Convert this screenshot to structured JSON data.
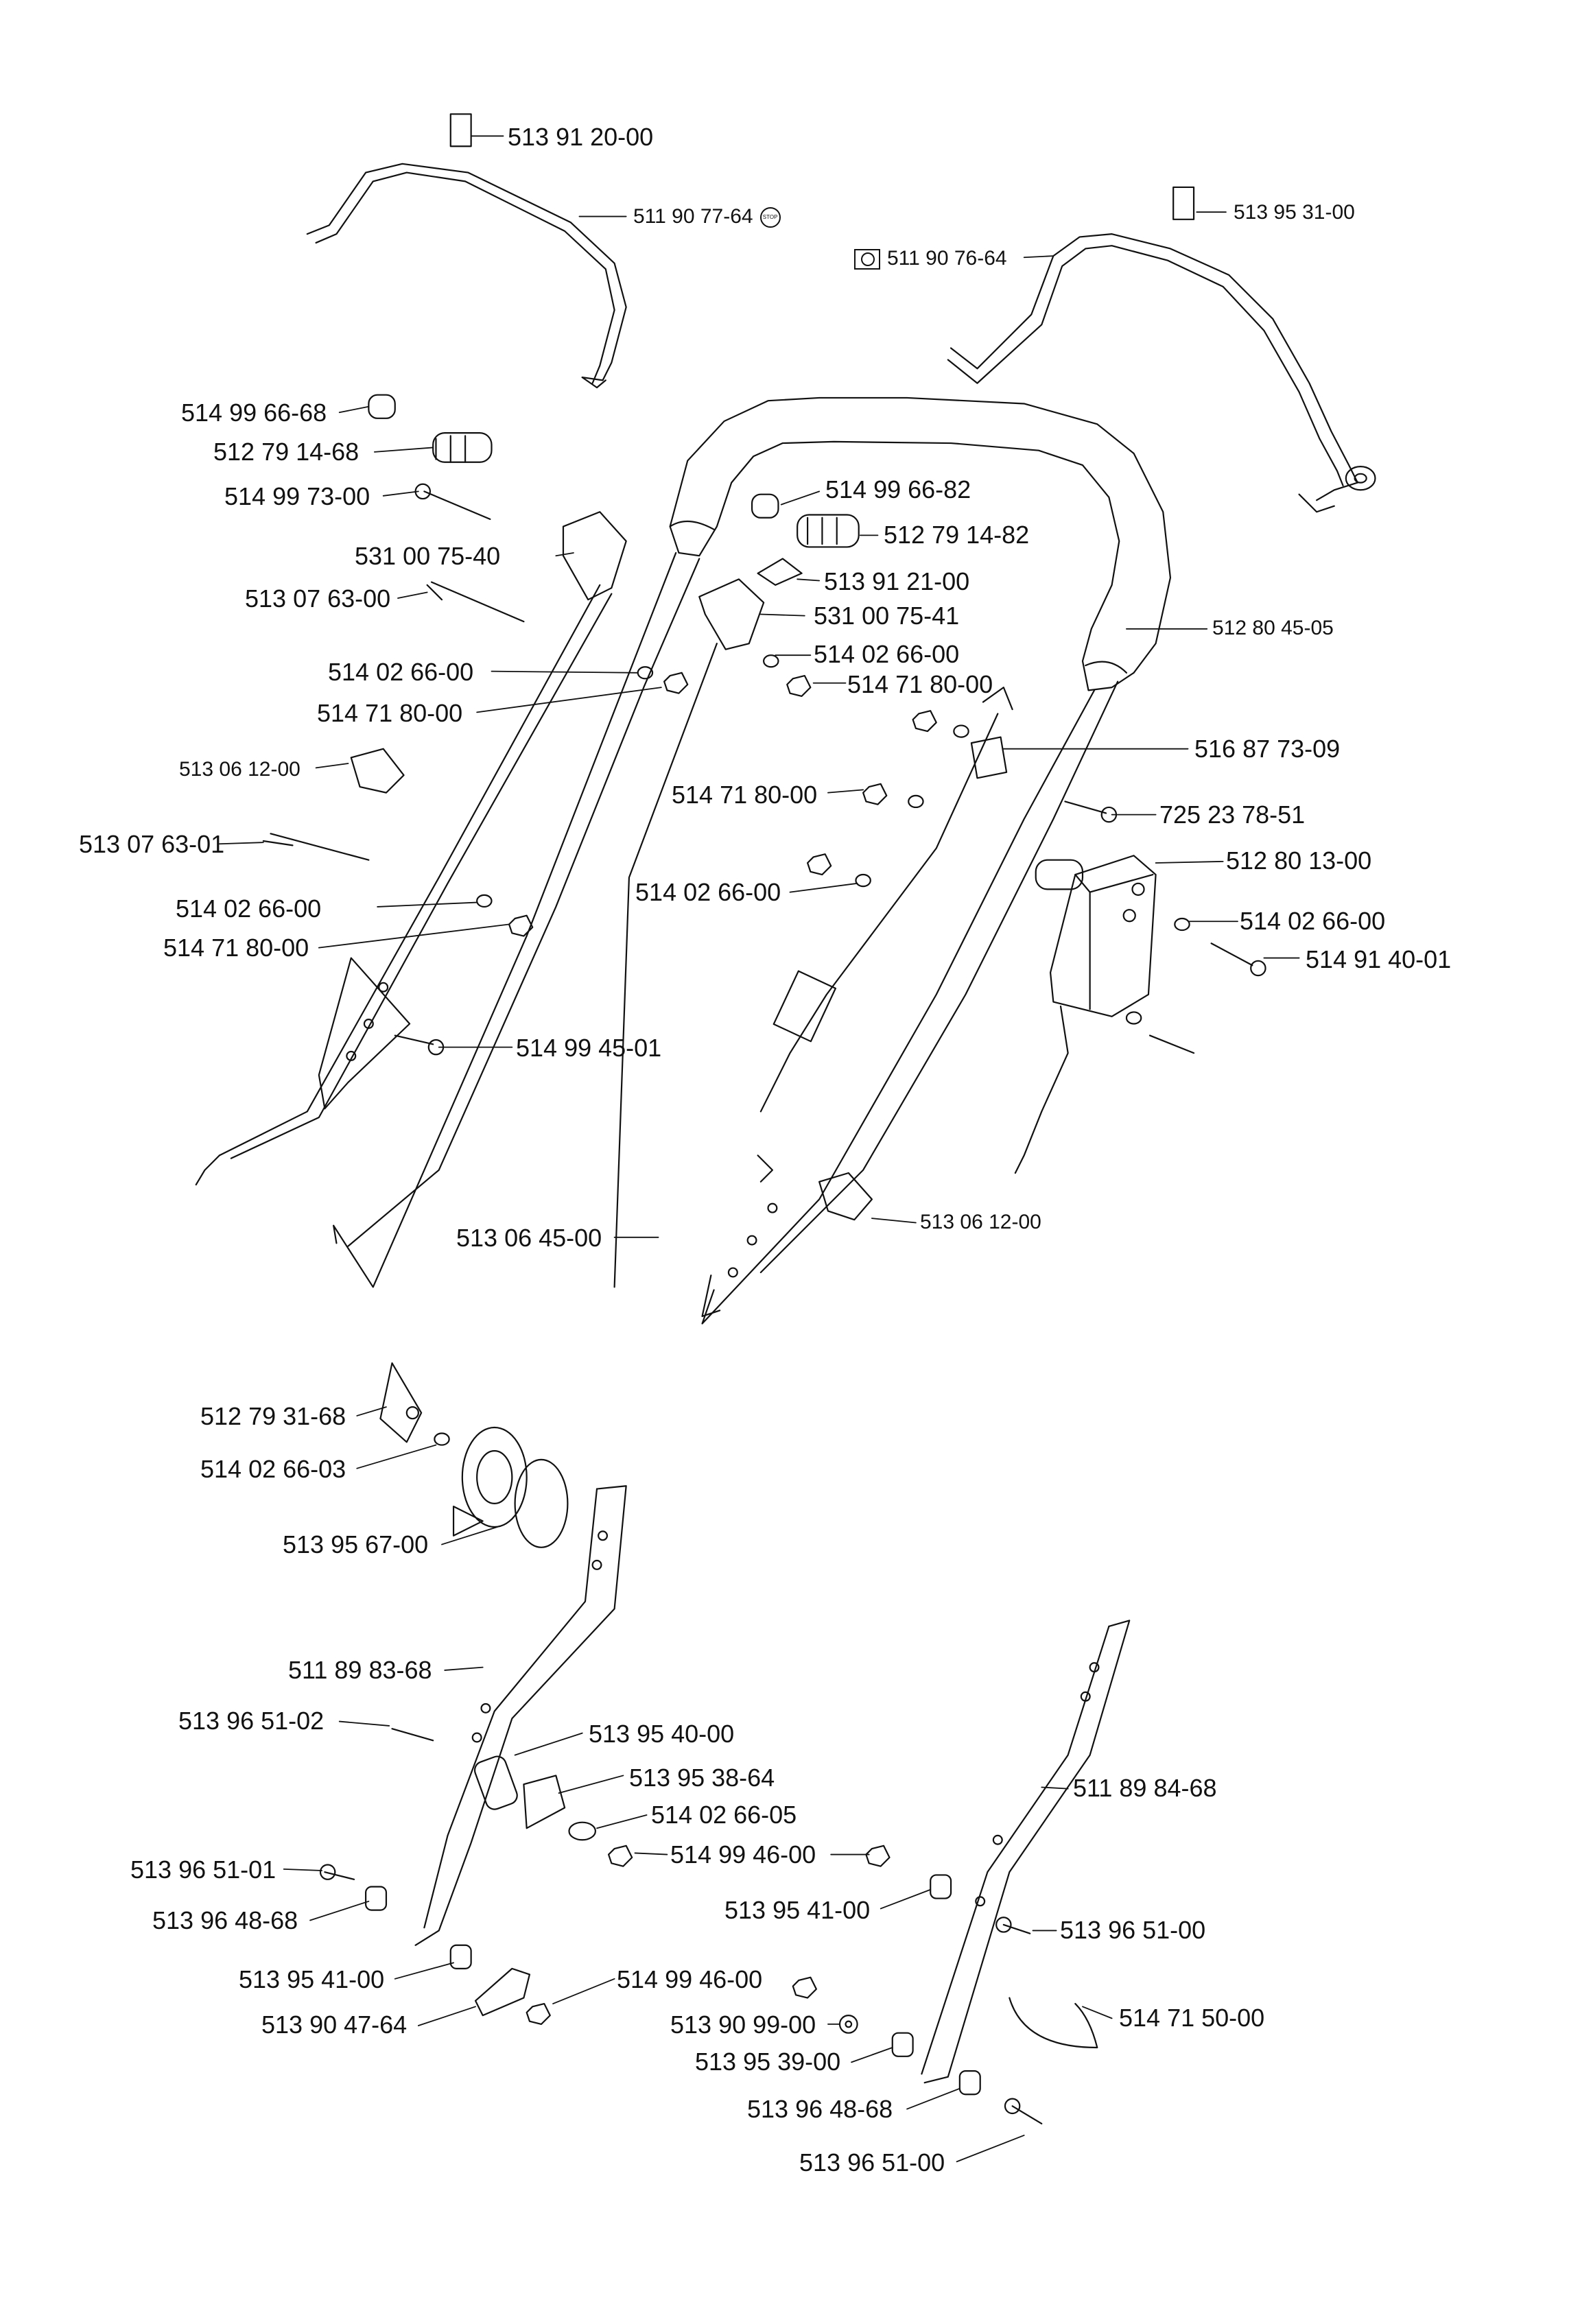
{
  "drawing": {
    "icons": {
      "stop": "stop-sign-icon",
      "camera": "camera-icon"
    },
    "labels": {
      "p513912000": "513 91 20-00",
      "p511907764": "511 90 77-64",
      "p513953100": "513 95 31-00",
      "p511907664": "511 90 76-64",
      "p514996668": "514 99 66-68",
      "p512791468": "512 79 14-68",
      "p514997300": "514 99 73-00",
      "p514996682": "514 99 66-82",
      "p512791482": "512 79 14-82",
      "p531007540": "531 00 75-40",
      "p513912100": "513 91 21-00",
      "p513076300": "513 07 63-00",
      "p531007541": "531 00 75-41",
      "p512804505": "512 80 45-05",
      "p514026600a": "514 02 66-00",
      "p514026600b": "514 02 66-00",
      "p514718000a": "514 71 80-00",
      "p514718000b": "514 71 80-00",
      "p513061200a": "513 06 12-00",
      "p516877309": "516 87 73-09",
      "p514718000c": "514 71 80-00",
      "p725237851": "725 23 78-51",
      "p513076301": "513 07 63-01",
      "p512801300": "512 80 13-00",
      "p514026600c": "514 02 66-00",
      "p514026600d": "514 02 66-00",
      "p514026600e": "514 02 66-00",
      "p514914001": "514 91 40-01",
      "p514718000d": "514 71 80-00",
      "p514994501": "514 99 45-01",
      "p513061200b": "513 06 12-00",
      "p513064500": "513 06 45-00",
      "p512793168": "512 79 31-68",
      "p514026603": "514 02 66-03",
      "p513956700": "513 95 67-00",
      "p511898368": "511 89 83-68",
      "p513965102": "513 96 51-02",
      "p513954000": "513 95 40-00",
      "p513953864": "513 95 38-64",
      "p511898468": "511 89 84-68",
      "p514026605": "514 02 66-05",
      "p513965101": "513 96 51-01",
      "p514994600a": "514 99 46-00",
      "p513954100a": "513 95 41-00",
      "p513964868a": "513 96 48-68",
      "p513965100a": "513 96 51-00",
      "p513954100b": "513 95 41-00",
      "p514994600b": "514 99 46-00",
      "p513904764": "513 90 47-64",
      "p513909900": "513 90 99-00",
      "p514715000": "514 71 50-00",
      "p513953900": "513 95 39-00",
      "p513964868b": "513 96 48-68",
      "p513965100b": "513 96 51-00"
    }
  }
}
